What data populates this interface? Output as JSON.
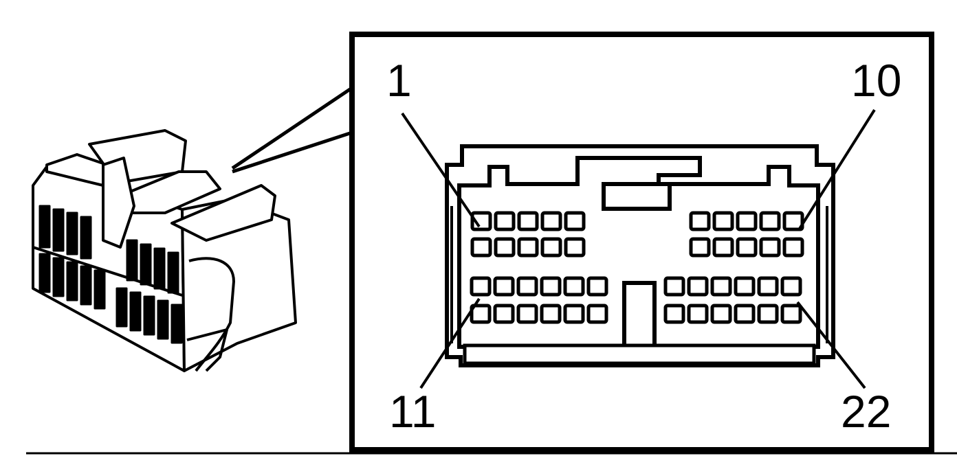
{
  "diagram": {
    "pin_labels": {
      "first_top": "1",
      "last_top": "10",
      "first_bottom": "11",
      "last_bottom": "22"
    },
    "colors": {
      "ink": "#000000",
      "paper": "#ffffff"
    }
  }
}
